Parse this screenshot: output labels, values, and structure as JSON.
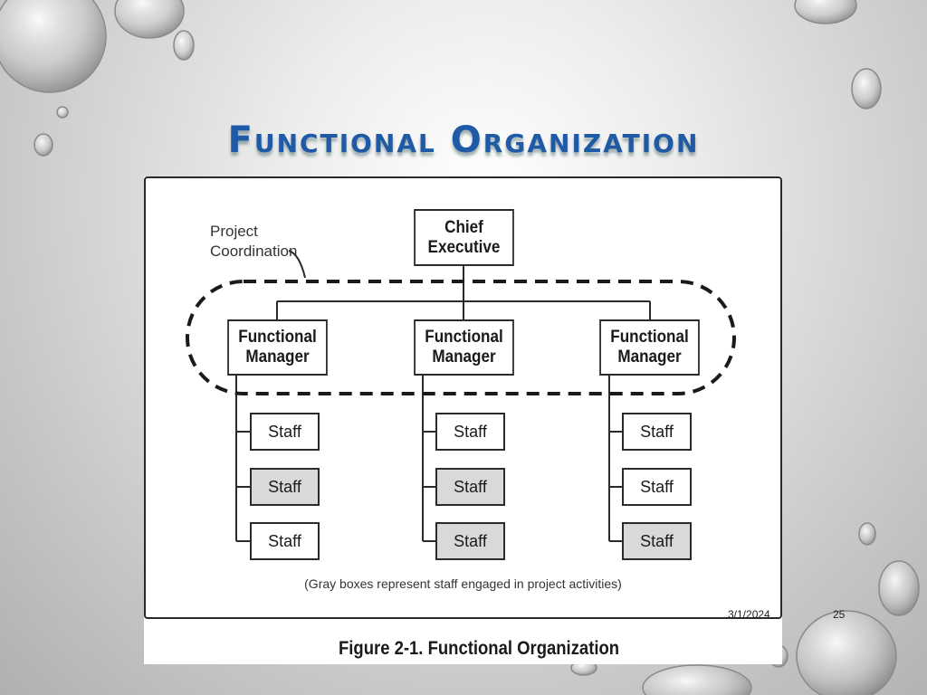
{
  "slide": {
    "title": "Functional Organization",
    "date": "3/1/2024",
    "page_number": "25"
  },
  "figure": {
    "coordination_label": "Project\nCoordination",
    "chief": "Chief\nExecutive",
    "managers": [
      {
        "label": "Functional\nManager",
        "staff": [
          {
            "label": "Staff",
            "gray": false
          },
          {
            "label": "Staff",
            "gray": true
          },
          {
            "label": "Staff",
            "gray": false
          }
        ]
      },
      {
        "label": "Functional\nManager",
        "staff": [
          {
            "label": "Staff",
            "gray": false
          },
          {
            "label": "Staff",
            "gray": true
          },
          {
            "label": "Staff",
            "gray": true
          }
        ]
      },
      {
        "label": "Functional\nManager",
        "staff": [
          {
            "label": "Staff",
            "gray": false
          },
          {
            "label": "Staff",
            "gray": false
          },
          {
            "label": "Staff",
            "gray": true
          }
        ]
      }
    ],
    "note": "(Gray boxes represent staff engaged in project activities)",
    "caption": "Figure 2-1. Functional Organization"
  },
  "colors": {
    "title": "#1f5aa6",
    "gray_box": "#d9d9d9",
    "line": "#2b2b2b"
  }
}
